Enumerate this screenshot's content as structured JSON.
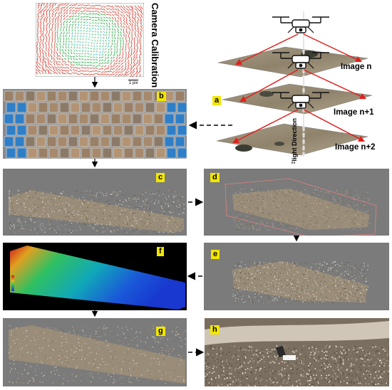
{
  "calibration": {
    "title": "Camera Calibration",
    "scale_label": "1 pix"
  },
  "panels": {
    "a": {
      "tag": "a"
    },
    "b": {
      "tag": "b"
    },
    "c": {
      "tag": "c"
    },
    "d": {
      "tag": "d"
    },
    "e": {
      "tag": "e"
    },
    "f": {
      "tag": "f"
    },
    "g": {
      "tag": "g"
    },
    "h": {
      "tag": "h"
    }
  },
  "images": {
    "n": "Image n",
    "n1": "Image n+1",
    "n2": "Image n+2"
  },
  "flight_direction": "Flight Direction",
  "colors": {
    "arrow_red": "#e0201e",
    "dem_high": "#d01818",
    "dem_low": "#1838d0",
    "panel_gray": "#7b7b7b",
    "photo_blue": "#2e7fc7",
    "tag_yellow": "#f2e600"
  }
}
